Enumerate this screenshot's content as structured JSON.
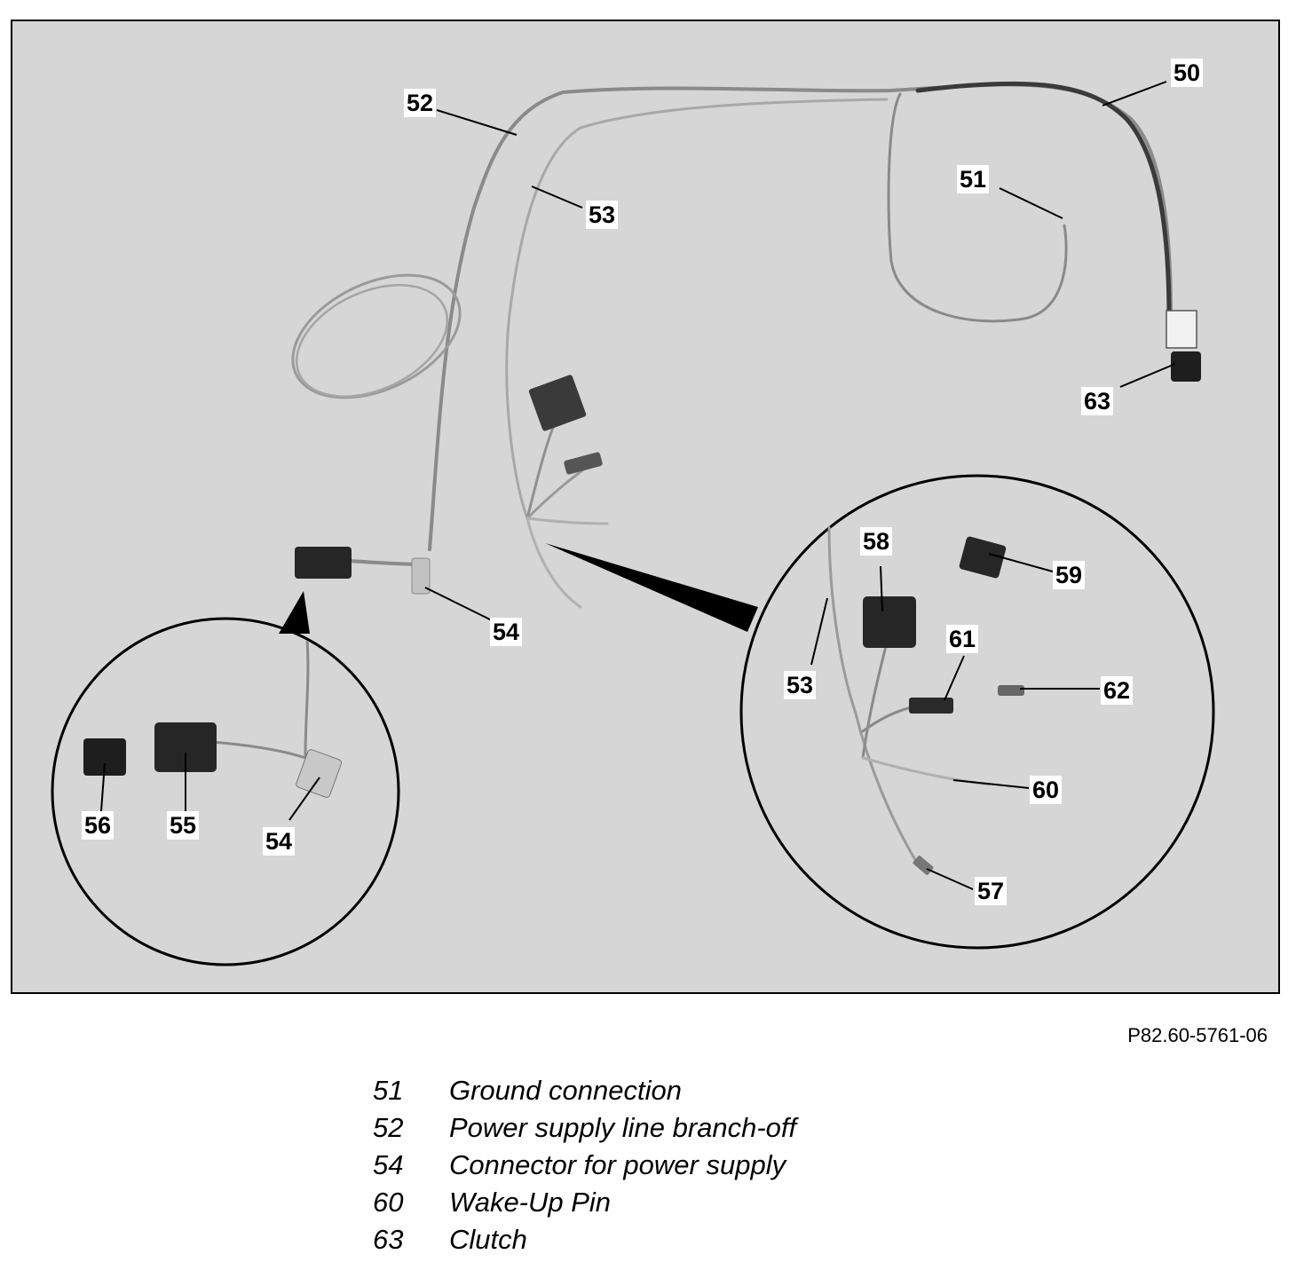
{
  "figure_id": "P82.60-5761-06",
  "callouts": {
    "c50": "50",
    "c51": "51",
    "c52": "52",
    "c53": "53",
    "c54": "54",
    "c63": "63",
    "c53b": "53",
    "c54b": "54",
    "c55": "55",
    "c56": "56",
    "c57": "57",
    "c58": "58",
    "c59": "59",
    "c60": "60",
    "c61": "61",
    "c62": "62"
  },
  "legend": [
    {
      "num": "51",
      "text": "Ground connection"
    },
    {
      "num": "52",
      "text": "Power supply line branch-off"
    },
    {
      "num": "54",
      "text": "Connector for power supply"
    },
    {
      "num": "60",
      "text": "Wake-Up Pin"
    },
    {
      "num": "63",
      "text": "Clutch"
    }
  ]
}
